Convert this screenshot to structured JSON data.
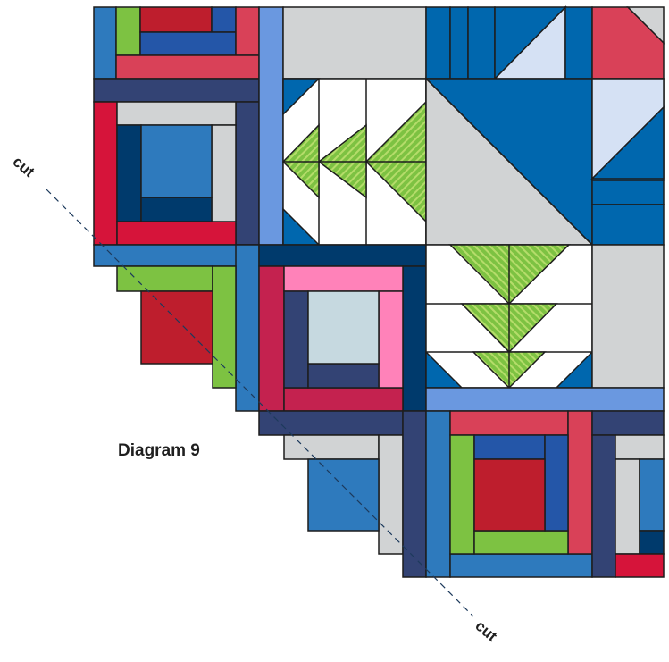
{
  "diagram": {
    "caption": "Diagram 9",
    "cut_label_top": "cut",
    "cut_label_bottom": "cut"
  },
  "colors": {
    "outline": "#1d1d1d",
    "medium_blue": "#2e7abd",
    "royal_blue": "#0067ae",
    "light_blue": "#6a98e0",
    "pale_blue": "#d5e1f4",
    "ice_blue": "#c6d9e0",
    "navy": "#003a6c",
    "slate_navy": "#334374",
    "cobalt": "#2456a8",
    "red": "#be1e2d",
    "cherry_red": "#d6143a",
    "raspberry": "#d94158",
    "magenta_red": "#c4224f",
    "pink": "#ff82b9",
    "green": "#7dc242",
    "light_gray": "#d1d3d4",
    "white": "#ffffff"
  }
}
